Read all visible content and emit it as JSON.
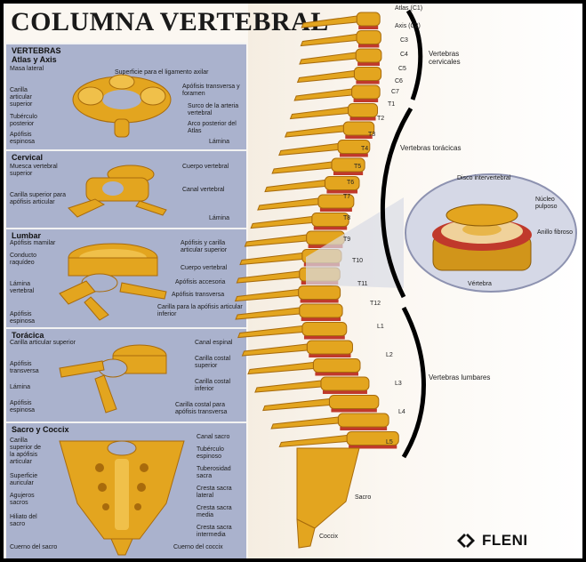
{
  "title": "COLUMNA VERTEBRAL",
  "sections": {
    "atlas": {
      "title_line1": "VERTEBRAS",
      "title_line2": "Atlas y Axis",
      "left": [
        "Masa lateral",
        "Carilla articular superior",
        "Tubérculo posterior",
        "Apófisis espinosa"
      ],
      "right": [
        "Superficie para el ligamento axilar",
        "Apófisis transversa y foramen",
        "Surco de la arteria vertebral",
        "Arco posterior del Atlas",
        "Lámina"
      ]
    },
    "cervical": {
      "title": "Cervical",
      "left": [
        "Muesca vertebral superior",
        "Carilla superior para apófisis articular"
      ],
      "right": [
        "Cuerpo vertebral",
        "Canal vertebral",
        "Lámina"
      ]
    },
    "lumbar": {
      "title": "Lumbar",
      "left": [
        "Apófisis mamilar",
        "Conducto raquídeo",
        "Lámina vertebral",
        "Apófisis espinosa"
      ],
      "right": [
        "Apófisis y carilla articular superior",
        "Cuerpo vertebral",
        "Apófisis accesoria",
        "Apófisis transversa",
        "Carilla para la apófisis articular inferior"
      ]
    },
    "toracica": {
      "title": "Torácica",
      "left": [
        "Carilla articular superior",
        "Apófisis transversa",
        "Lámina",
        "Apófisis espinosa"
      ],
      "right": [
        "Canal espinal",
        "Carilla costal superior",
        "Carilla costal inferior",
        "Carilla costal para apófisis transversa"
      ]
    },
    "sacro": {
      "title": "Sacro y Coccix",
      "left": [
        "Carilla superior de la apófisis articular",
        "Superficie auricular",
        "Agujeros sacros",
        "Hiliato del sacro",
        "Cuerno del sacro"
      ],
      "right": [
        "Canal sacro",
        "Tubérculo espinoso",
        "Tuberosidad sacra",
        "Cresta sacra lateral",
        "Cresta sacra media",
        "Cresta sacra intermedia",
        "Cuerno del coccix"
      ]
    }
  },
  "vertebrae": [
    "Atlas (C1)",
    "Axis (C2)",
    "C3",
    "C4",
    "C5",
    "C6",
    "C7",
    "T1",
    "T2",
    "T3",
    "T4",
    "T5",
    "T6",
    "T7",
    "T8",
    "T9",
    "T10",
    "T11",
    "T12",
    "L1",
    "L2",
    "L3",
    "L4",
    "L5",
    "Sacro",
    "Coccix"
  ],
  "groups": {
    "cervical": "Vertebras cervicales",
    "toracica": "Vertebras torácicas",
    "lumbar": "Vertebras lumbares"
  },
  "detail": {
    "disco": "Disco intervertebral",
    "nucleo": "Núcleo pulposo",
    "anillo": "Anillo fibroso",
    "vertebra": "Vértebra"
  },
  "logo": "FLENI",
  "colors": {
    "bone": "#e3a51f",
    "bone_dark": "#a86b0c",
    "disc": "#c0392b",
    "panel": "#8792b6",
    "panel_light": "#aab2cd"
  }
}
